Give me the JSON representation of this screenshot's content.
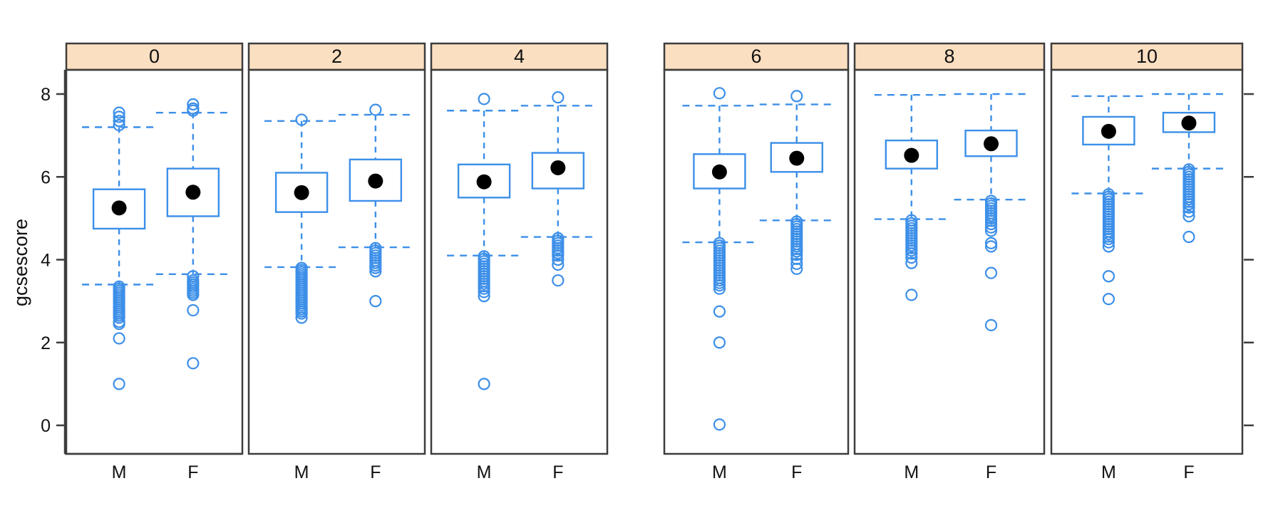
{
  "figure": {
    "ylabel": "gcsescore",
    "strip_label_prefix": "",
    "background": "#ffffff",
    "accent_color": "#3C8FE8",
    "strip_fill": "#FBDFC1",
    "strip_border": "#3D3D3D",
    "panel_border": "#3D3D3D",
    "mean_point_color": "#000000",
    "axis_text_color": "#111111"
  },
  "chart_data": {
    "type": "box",
    "title": "",
    "xlabel": "",
    "ylabel": "gcsescore",
    "ylim": [
      -0.55,
      8.65
    ],
    "yticks": [
      0,
      2,
      4,
      6,
      8
    ],
    "ytick_labels": [
      "0",
      "2",
      "4",
      "6",
      "8"
    ],
    "y_axis_sides": [
      "left",
      "right"
    ],
    "grid": false,
    "legend": null,
    "conditioning_variable": "score",
    "panels": [
      {
        "strip_label": "0",
        "groups": [
          {
            "label": "M",
            "lower_whisker": 3.4,
            "q1": 4.75,
            "median": 5.25,
            "q3": 5.7,
            "upper_whisker": 7.2,
            "mean_point": 5.25,
            "outliers": [
              7.55,
              7.45,
              7.35,
              7.25,
              3.35,
              3.3,
              3.25,
              3.2,
              3.15,
              3.1,
              3.05,
              3.0,
              2.95,
              2.9,
              2.85,
              2.8,
              2.75,
              2.7,
              2.65,
              2.6,
              2.5,
              2.45,
              2.1,
              1.0
            ]
          },
          {
            "label": "F",
            "lower_whisker": 3.65,
            "q1": 5.05,
            "median": 5.63,
            "q3": 6.2,
            "upper_whisker": 7.55,
            "mean_point": 5.63,
            "outliers": [
              7.75,
              7.65,
              7.6,
              3.6,
              3.5,
              3.45,
              3.4,
              3.35,
              3.3,
              3.25,
              3.2,
              3.15,
              2.78,
              1.5
            ]
          }
        ]
      },
      {
        "strip_label": "2",
        "groups": [
          {
            "label": "M",
            "lower_whisker": 3.82,
            "q1": 5.15,
            "median": 5.62,
            "q3": 6.1,
            "upper_whisker": 7.35,
            "mean_point": 5.62,
            "outliers": [
              7.38,
              3.8,
              3.75,
              3.7,
              3.65,
              3.6,
              3.55,
              3.5,
              3.45,
              3.4,
              3.35,
              3.3,
              3.25,
              3.2,
              3.15,
              3.1,
              3.05,
              3.0,
              2.95,
              2.9,
              2.85,
              2.8,
              2.75,
              2.7,
              2.6
            ]
          },
          {
            "label": "F",
            "lower_whisker": 4.3,
            "q1": 5.42,
            "median": 5.9,
            "q3": 6.42,
            "upper_whisker": 7.5,
            "mean_point": 5.9,
            "outliers": [
              7.62,
              4.28,
              4.22,
              4.16,
              4.1,
              4.04,
              3.98,
              3.92,
              3.86,
              3.8,
              3.72,
              3.0
            ]
          }
        ]
      },
      {
        "strip_label": "4",
        "groups": [
          {
            "label": "M",
            "lower_whisker": 4.1,
            "q1": 5.5,
            "median": 5.88,
            "q3": 6.3,
            "upper_whisker": 7.6,
            "mean_point": 5.88,
            "outliers": [
              7.88,
              4.08,
              4.02,
              3.96,
              3.9,
              3.84,
              3.78,
              3.72,
              3.66,
              3.6,
              3.54,
              3.48,
              3.42,
              3.36,
              3.3,
              3.22,
              3.12,
              1.0
            ]
          },
          {
            "label": "F",
            "lower_whisker": 4.55,
            "q1": 5.72,
            "median": 6.22,
            "q3": 6.58,
            "upper_whisker": 7.72,
            "mean_point": 6.22,
            "outliers": [
              7.92,
              4.52,
              4.46,
              4.4,
              4.34,
              4.28,
              4.22,
              4.16,
              4.1,
              4.0,
              3.88,
              3.5
            ]
          }
        ]
      },
      {
        "strip_label": "6",
        "groups": [
          {
            "label": "M",
            "lower_whisker": 4.42,
            "q1": 5.72,
            "median": 6.12,
            "q3": 6.55,
            "upper_whisker": 7.72,
            "mean_point": 6.12,
            "outliers": [
              8.02,
              4.4,
              4.34,
              4.28,
              4.22,
              4.16,
              4.1,
              4.04,
              3.98,
              3.92,
              3.86,
              3.8,
              3.74,
              3.68,
              3.62,
              3.56,
              3.5,
              3.44,
              3.38,
              3.3,
              2.75,
              2.0,
              0.02
            ]
          },
          {
            "label": "F",
            "lower_whisker": 4.95,
            "q1": 6.12,
            "median": 6.45,
            "q3": 6.82,
            "upper_whisker": 7.75,
            "mean_point": 6.45,
            "outliers": [
              7.95,
              4.92,
              4.86,
              4.8,
              4.74,
              4.68,
              4.62,
              4.56,
              4.5,
              4.44,
              4.38,
              4.32,
              4.26,
              4.2,
              4.12,
              4.02,
              3.9,
              3.78
            ]
          }
        ]
      },
      {
        "strip_label": "8",
        "groups": [
          {
            "label": "M",
            "lower_whisker": 4.98,
            "q1": 6.2,
            "median": 6.52,
            "q3": 6.88,
            "upper_whisker": 7.98,
            "mean_point": 6.52,
            "outliers": [
              4.95,
              4.88,
              4.82,
              4.76,
              4.7,
              4.64,
              4.58,
              4.52,
              4.46,
              4.4,
              4.34,
              4.28,
              4.22,
              4.15,
              4.05,
              3.92,
              3.15
            ]
          },
          {
            "label": "F",
            "lower_whisker": 5.45,
            "q1": 6.5,
            "median": 6.8,
            "q3": 7.12,
            "upper_whisker": 8.0,
            "mean_point": 6.8,
            "outliers": [
              5.42,
              5.36,
              5.3,
              5.24,
              5.18,
              5.12,
              5.06,
              5.0,
              4.94,
              4.86,
              4.78,
              4.7,
              4.4,
              4.32,
              3.68,
              2.42
            ]
          }
        ]
      },
      {
        "strip_label": "10",
        "groups": [
          {
            "label": "M",
            "lower_whisker": 5.6,
            "q1": 6.78,
            "median": 7.1,
            "q3": 7.45,
            "upper_whisker": 7.95,
            "mean_point": 7.1,
            "outliers": [
              5.58,
              5.52,
              5.46,
              5.4,
              5.34,
              5.28,
              5.22,
              5.16,
              5.1,
              5.04,
              4.98,
              4.92,
              4.86,
              4.8,
              4.74,
              4.68,
              4.62,
              4.56,
              4.5,
              4.42,
              4.32,
              3.6,
              3.05
            ]
          },
          {
            "label": "F",
            "lower_whisker": 6.2,
            "q1": 7.08,
            "median": 7.3,
            "q3": 7.55,
            "upper_whisker": 8.0,
            "mean_point": 7.3,
            "outliers": [
              6.18,
              6.12,
              6.06,
              6.0,
              5.94,
              5.88,
              5.82,
              5.76,
              5.7,
              5.64,
              5.58,
              5.52,
              5.46,
              5.4,
              5.34,
              5.26,
              5.16,
              5.05,
              4.55
            ]
          }
        ]
      }
    ]
  }
}
